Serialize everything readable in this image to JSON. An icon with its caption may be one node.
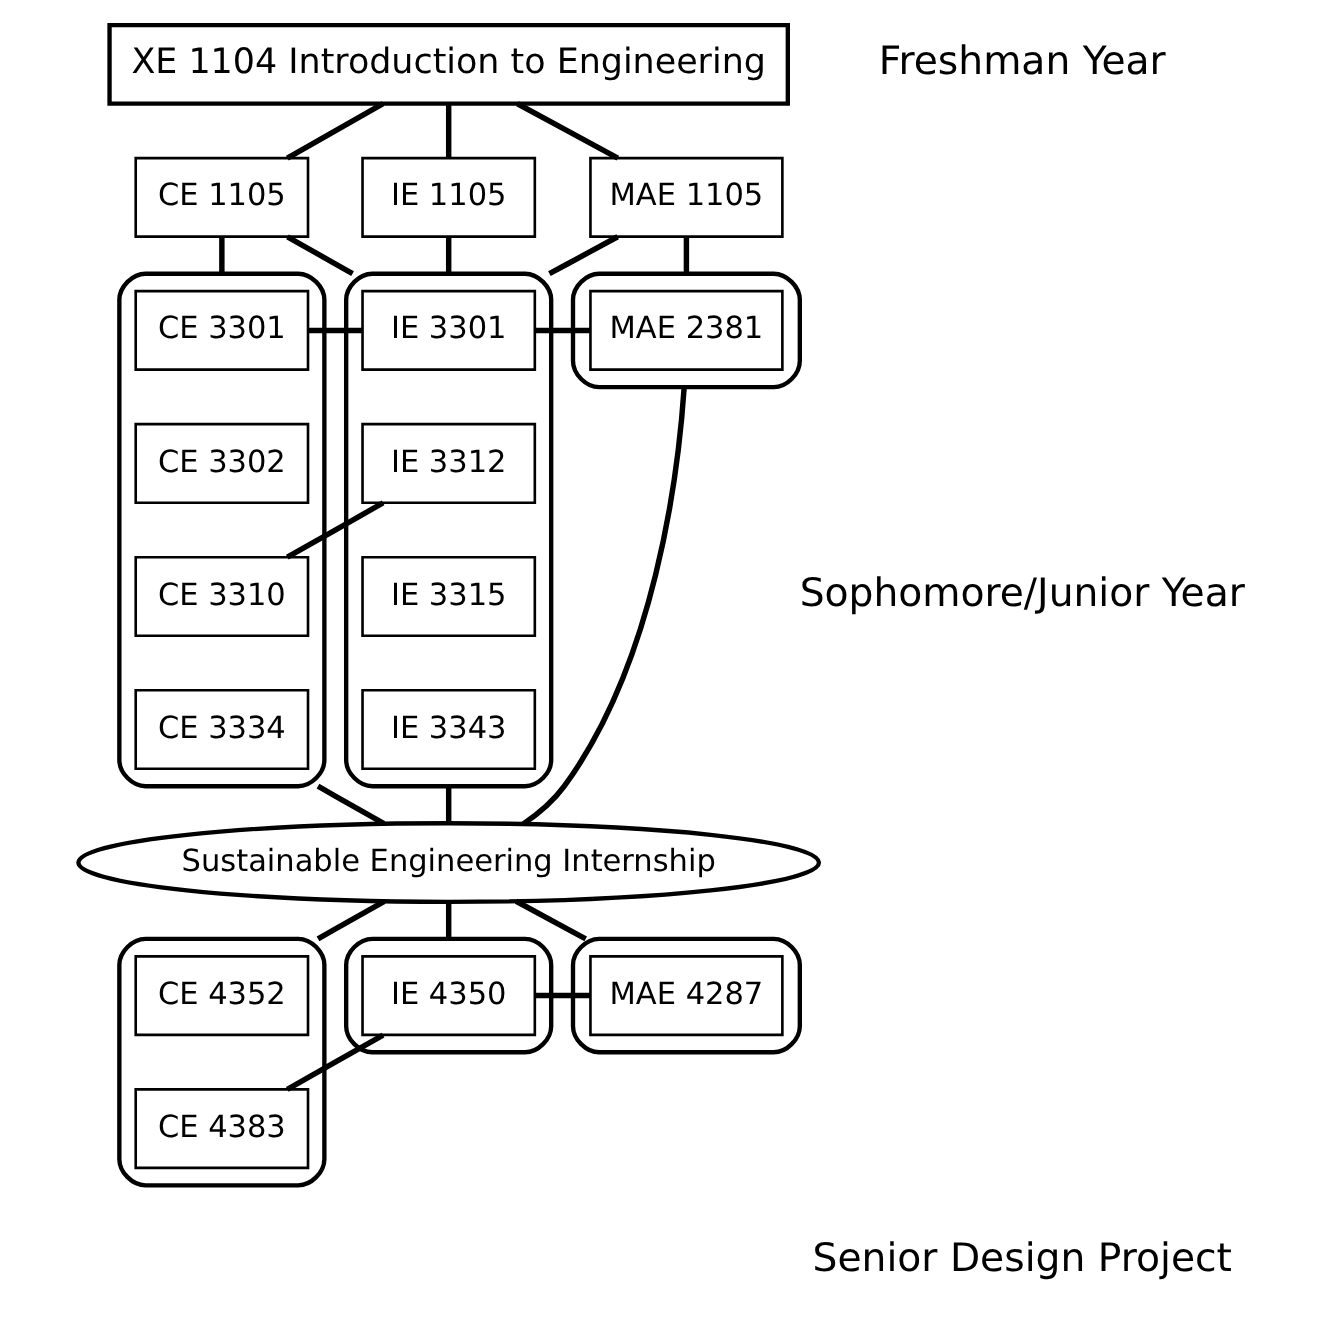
{
  "diagram": {
    "nodes": [
      {
        "text": [
          "XE 1104 Introduction to Engineering"
        ]
      },
      {
        "text": [
          "CE 1105"
        ]
      },
      {
        "text": [
          "IE 1105"
        ]
      },
      {
        "text": [
          "MAE 1105"
        ]
      },
      {
        "text": [],
        "shape": "box"
      },
      {
        "text": [
          "CE 3301"
        ],
        "in": 4
      },
      {
        "text": [
          "CE 3302"
        ],
        "in": 4
      },
      {
        "text": [
          "CE 3310"
        ],
        "in": 4
      },
      {
        "text": [
          "CE 3334"
        ],
        "in": 4
      },
      {
        "text": [],
        "shape": "box"
      },
      {
        "text": [
          "IE 3301"
        ],
        "in": 9
      },
      {
        "text": [
          "IE 3312"
        ],
        "in": 9
      },
      {
        "text": [
          "IE 3315"
        ],
        "in": 9
      },
      {
        "text": [
          "IE 3343"
        ],
        "in": 9
      },
      {
        "text": [],
        "shape": "box"
      },
      {
        "text": [
          "MAE 2381"
        ],
        "in": 14
      },
      {
        "text": [
          "Sustainable Engineering Internship"
        ]
      },
      {
        "text": [],
        "shape": "box"
      },
      {
        "text": [
          "CE 4352"
        ],
        "in": 17
      },
      {
        "text": [
          "CE 4383"
        ],
        "in": 17
      },
      {
        "text": [],
        "shape": "box"
      },
      {
        "text": [
          "IE 4350"
        ],
        "in": 20
      },
      {
        "text": [],
        "shape": "box"
      },
      {
        "text": [
          "MAE 4287"
        ],
        "in": 22
      }
    ],
    "edges": [
      {
        "from": 0,
        "to": 1,
        "arrow": "none"
      },
      {
        "from": 0,
        "to": 2,
        "arrow": "none"
      },
      {
        "from": 0,
        "to": 3,
        "arrow": "none"
      },
      {
        "from": 1,
        "to": 4,
        "arrow": "none"
      },
      {
        "from": 1,
        "to": 9,
        "arrow": "none"
      },
      {
        "from": 2,
        "to": 9,
        "arrow": "none"
      },
      {
        "from": 3,
        "to": 9,
        "arrow": "none"
      },
      {
        "from": 3,
        "to": 14,
        "arrow": "none"
      },
      {
        "from": 5,
        "to": 10,
        "arrow": "none"
      },
      {
        "from": 10,
        "to": 15,
        "arrow": "none"
      },
      {
        "from": 7,
        "to": 11,
        "arrow": "none"
      },
      {
        "from": 4,
        "to": 16,
        "arrow": "none"
      },
      {
        "from": 9,
        "to": 16,
        "arrow": "none"
      },
      {
        "from": 14,
        "to": 16,
        "arrow": "none"
      },
      {
        "from": 16,
        "to": 17,
        "arrow": "none"
      },
      {
        "from": 16,
        "to": 20,
        "arrow": "none"
      },
      {
        "from": 16,
        "to": 22,
        "arrow": "none"
      },
      {
        "from": 19,
        "to": 21,
        "arrow": "none"
      },
      {
        "from": 21,
        "to": 23,
        "arrow": "none"
      }
    ],
    "labels": [
      "Freshman Year",
      "Sophomore/Junior Year",
      "Senior Design Project"
    ]
  }
}
